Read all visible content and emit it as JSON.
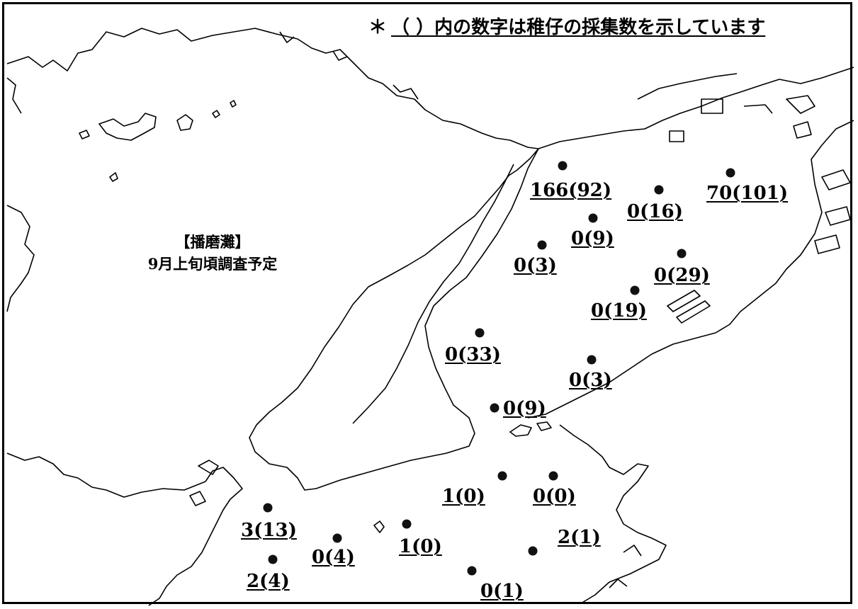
{
  "legend": {
    "asterisk": "＊",
    "text": "（ ）内の数字は稚仔の採集数を示しています"
  },
  "region": {
    "name": "【播磨灘】",
    "note": "9月上旬頃調査予定"
  },
  "stations": [
    {
      "label": "166(92)"
    },
    {
      "label": "0(16)"
    },
    {
      "label": "70(101)"
    },
    {
      "label": "0(9)"
    },
    {
      "label": "0(3)"
    },
    {
      "label": "0(29)"
    },
    {
      "label": "0(19)"
    },
    {
      "label": "0(33)"
    },
    {
      "label": "0(3)"
    },
    {
      "label": "0(9)"
    },
    {
      "label": "1(0)"
    },
    {
      "label": "0(0)"
    },
    {
      "label": "3(13)"
    },
    {
      "label": "0(4)"
    },
    {
      "label": "1(0)"
    },
    {
      "label": "2(1)"
    },
    {
      "label": "2(4)"
    },
    {
      "label": "0(1)"
    }
  ],
  "colors": {
    "ink": "#000000",
    "dot": "#111111",
    "background": "#ffffff"
  }
}
